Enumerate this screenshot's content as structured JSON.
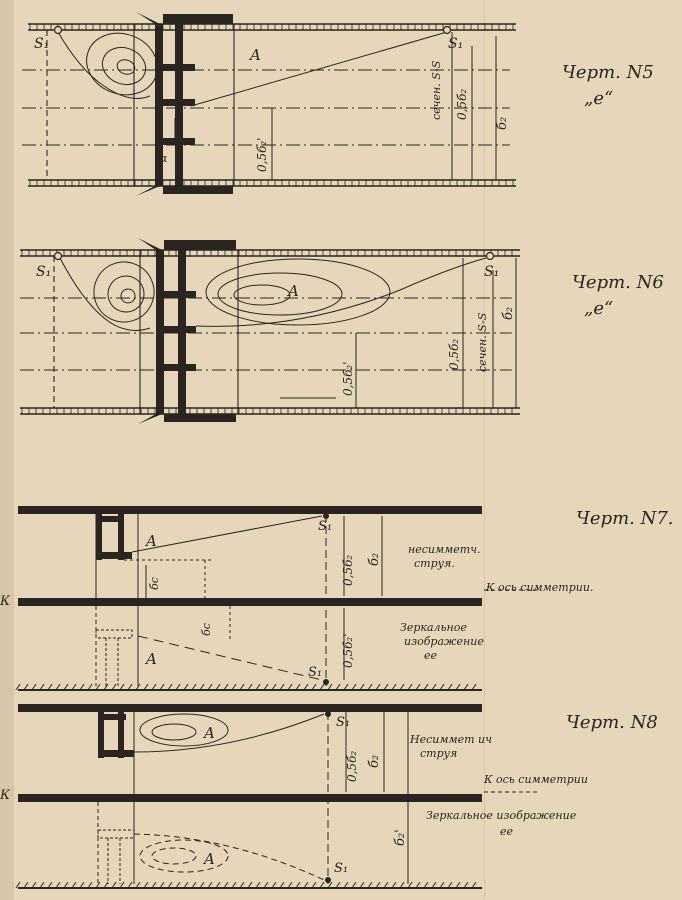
{
  "figures": [
    {
      "title": "Черт. N5",
      "subtitle": "„е“",
      "point_left": "S₁",
      "point_right": "S₁",
      "zone": "A",
      "dims": [
        "сечен. S-S",
        "0,5б₂",
        "б₂",
        "0,5б₂'"
      ],
      "angle": "α"
    },
    {
      "title": "Черт. N6",
      "subtitle": "„е“",
      "point_left": "S₁",
      "point_right": "S₁",
      "zone": "A",
      "dims": [
        "сечен. S-S",
        "0,5б₂",
        "б₂",
        "0,5б₂'"
      ]
    },
    {
      "title": "Черт. N7.",
      "point_top": "S₁",
      "point_bottom": "S₁",
      "zone_top": "A",
      "zone_bottom": "A",
      "dims": [
        "0,5б₂",
        "б₂",
        "бс",
        "0,5б₂'",
        "бс"
      ],
      "note_top": [
        "несимметч.",
        "струя."
      ],
      "axis": "К ось симметрии.",
      "note_bottom": [
        "Зеркальное",
        "изображение",
        "ее"
      ],
      "left_mark": "К"
    },
    {
      "title": "Черт. N8",
      "point_top": "S₁",
      "point_bottom": "S₁",
      "zone_top": "A",
      "zone_bottom": "A",
      "dims": [
        "0,5б₂",
        "б₂",
        "б₂'"
      ],
      "note_top": [
        "Несиммет ич",
        "струя"
      ],
      "axis": "К ось симметрии",
      "note_bottom": [
        "Зеркальное изображение",
        "ее"
      ],
      "left_mark": "К"
    }
  ],
  "colors": {
    "paper": "#e6d7bb",
    "ink": "#2a2520"
  }
}
